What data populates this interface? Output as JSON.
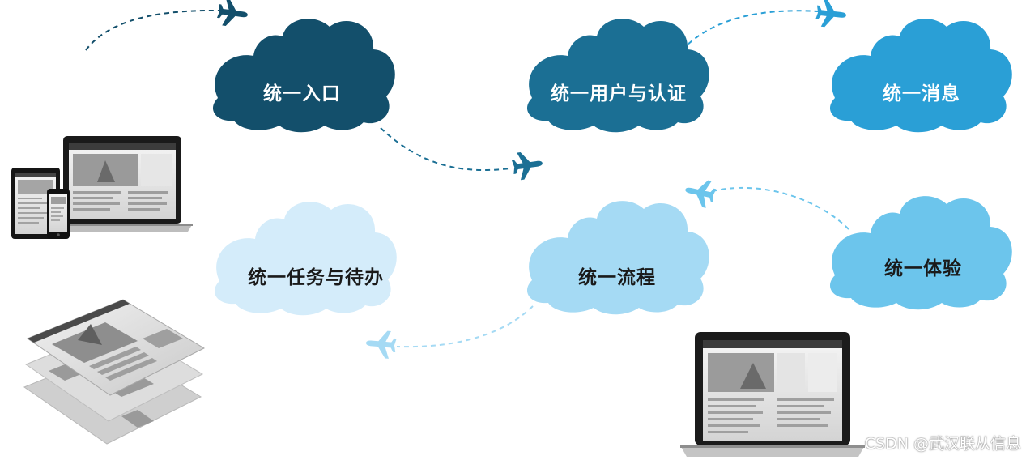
{
  "clouds": [
    {
      "label": "统一入口",
      "color": "#134f6b",
      "text_color": "#ffffff"
    },
    {
      "label": "统一用户与认证",
      "color": "#1b6f94",
      "text_color": "#ffffff"
    },
    {
      "label": "统一消息",
      "color": "#2a9fd6",
      "text_color": "#ffffff"
    },
    {
      "label": "统一任务与待办",
      "color": "#d4ecfa",
      "text_color": "#1a1a1a"
    },
    {
      "label": "统一流程",
      "color": "#a5daf4",
      "text_color": "#1a1a1a"
    },
    {
      "label": "统一体验",
      "color": "#6cc5ec",
      "text_color": "#1a1a1a"
    }
  ],
  "airplane_colors": [
    "#134f6b",
    "#1b6f94",
    "#2a9fd6",
    "#6cc5ec",
    "#a5daf4"
  ],
  "watermark": "CSDN @武汉联从信息"
}
